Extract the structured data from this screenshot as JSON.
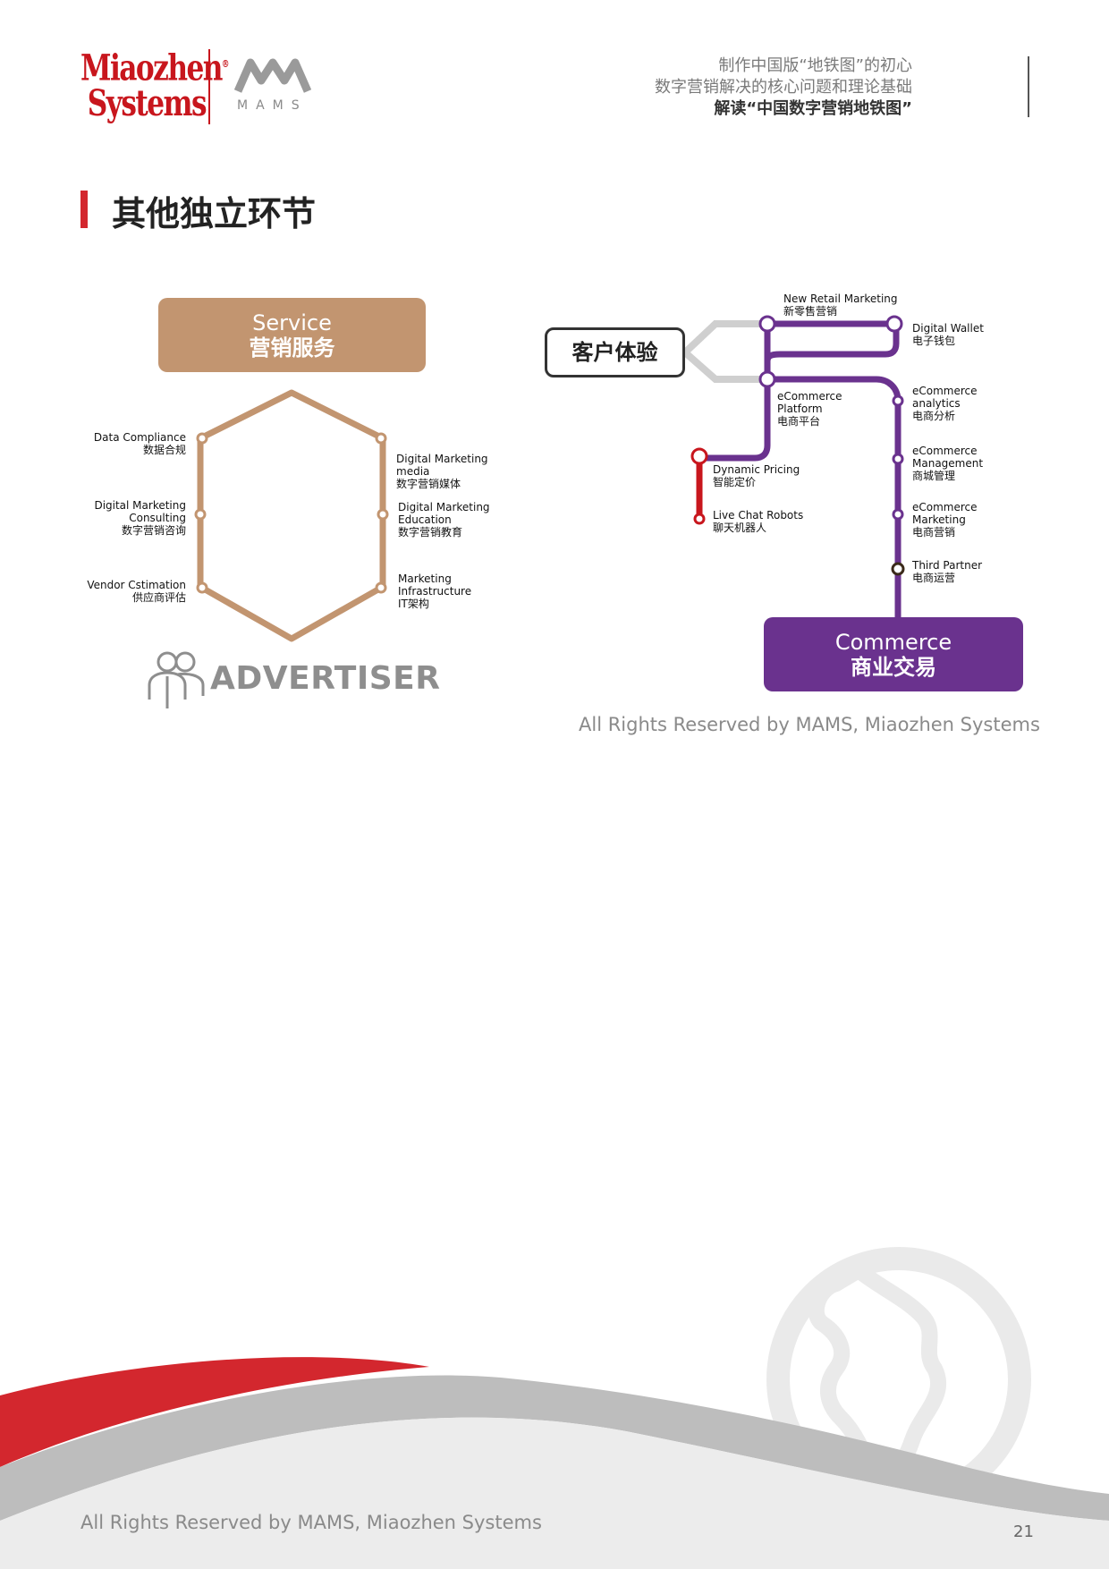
{
  "header": {
    "logo_line1": "Miaozhen",
    "logo_line2": "Systems",
    "logo_reg": "®",
    "mams": "MAMS",
    "line1": "制作中国版“地铁图”的初心",
    "line2": "数字营销解决的核心问题和理论基础",
    "line3": "解读“中国数字营销地铁图”"
  },
  "section_title": "其他独立环节",
  "service": {
    "title_en": "Service",
    "title_cn": "营销服务",
    "left_stations": [
      {
        "en": "Data Compliance",
        "cn": "数据合规"
      },
      {
        "en": "Digital Marketing",
        "en2": "Consulting",
        "cn": "数字营销咨询"
      },
      {
        "en": "Vendor Cstimation",
        "cn": "供应商评估"
      }
    ],
    "right_stations": [
      {
        "en": "Digital Marketing",
        "en2": "media",
        "cn": "数字营销媒体"
      },
      {
        "en": "Digital Marketing",
        "en2": "Education",
        "cn": "数字营销教育"
      },
      {
        "en": "Marketing",
        "en2": "Infrastructure",
        "cn": "IT架构"
      }
    ],
    "advertiser": "ADVERTISER"
  },
  "commerce": {
    "customer_experience": "客户体验",
    "title_en": "Commerce",
    "title_cn": "商业交易",
    "stations": {
      "new_retail": {
        "en": "New Retail Marketing",
        "cn": "新零售营销"
      },
      "wallet": {
        "en": "Digital Wallet",
        "cn": "电子钱包"
      },
      "platform": {
        "en": "eCommerce",
        "en2": "Platform",
        "cn": "电商平台"
      },
      "analytics": {
        "en": "eCommerce",
        "en2": "analytics",
        "cn": "电商分析"
      },
      "management": {
        "en": "eCommerce",
        "en2": "Management",
        "cn": "商城管理"
      },
      "marketing": {
        "en": "eCommerce",
        "en2": "Marketing",
        "cn": "电商营销"
      },
      "third_partner": {
        "en": "Third Partner",
        "cn": "电商运营"
      },
      "dynamic_pricing": {
        "en": "Dynamic Pricing",
        "cn": "智能定价"
      },
      "live_chat": {
        "en": "Live Chat Robots",
        "cn": "聊天机器人"
      }
    }
  },
  "rights_figure": "All Rights Reserved by MAMS, Miaozhen Systems",
  "rights_footer": "All Rights Reserved by MAMS, Miaozhen Systems",
  "page_number": "21",
  "colors": {
    "brand_red": "#c8161d",
    "service_tan": "#c29570",
    "commerce_purple": "#6a328e",
    "pricing_red": "#c8161d",
    "grey_line": "#cfcfcf"
  }
}
